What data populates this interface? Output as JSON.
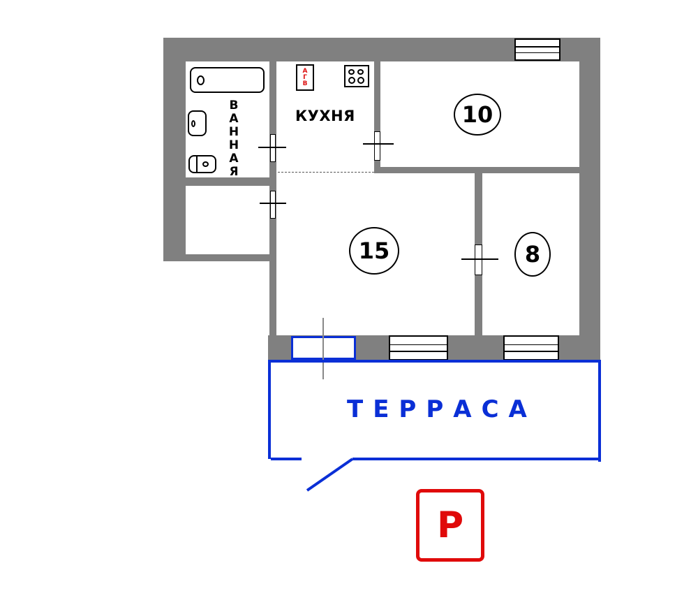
{
  "plan": {
    "rooms": [
      {
        "id": "bathroom",
        "label": "ВАННАЯ",
        "letters": [
          "В",
          "А",
          "Н",
          "Н",
          "А",
          "Я"
        ]
      },
      {
        "id": "kitchen",
        "label": "КУХНЯ"
      },
      {
        "id": "room-10",
        "label": "10"
      },
      {
        "id": "room-15",
        "label": "15"
      },
      {
        "id": "room-8",
        "label": "8"
      }
    ],
    "kitchen_boiler": {
      "label_top": "А",
      "label_mid": "Г",
      "label_bot": "В"
    },
    "terrace": {
      "label": "ТЕРРАСА"
    },
    "parking": {
      "label": "P"
    }
  },
  "colors": {
    "wall": "#808080",
    "terrace": "#0a2fd6",
    "parking": "#e00a0a",
    "boiler_text": "#dd1111"
  }
}
